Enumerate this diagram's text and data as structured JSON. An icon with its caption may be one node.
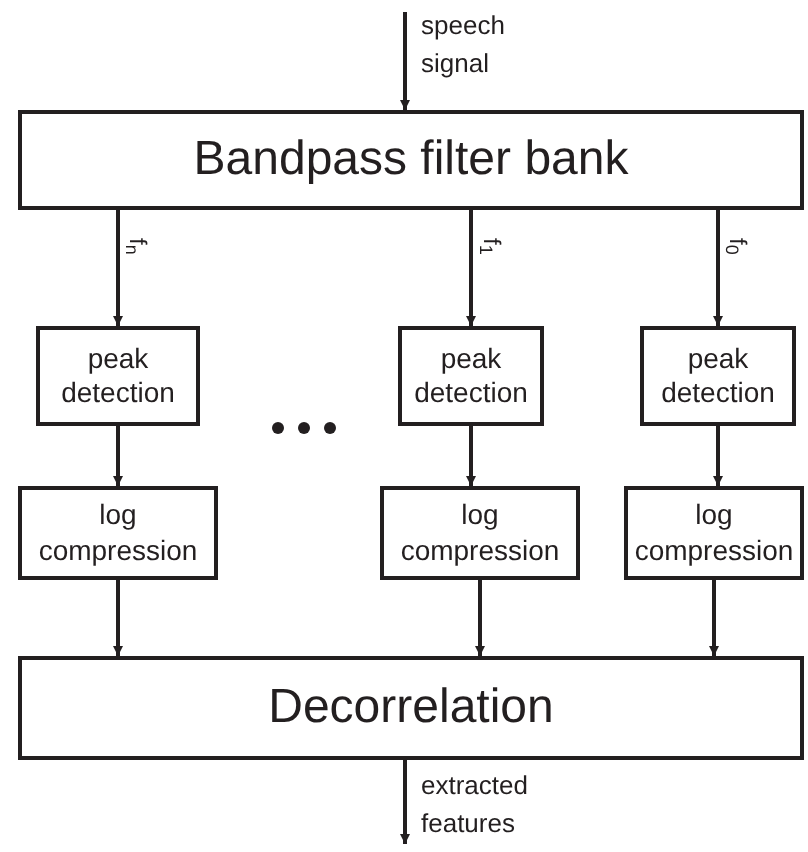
{
  "diagram": {
    "nodes": [
      {
        "text": [
          "Bandpass filter bank"
        ]
      },
      {
        "text": [
          "peak detection"
        ]
      },
      {
        "text": [
          "peak detection"
        ]
      },
      {
        "text": [
          "peak detection"
        ]
      },
      {
        "text": [
          "log compression"
        ]
      },
      {
        "text": [
          "log compression"
        ]
      },
      {
        "text": [
          "log compression"
        ]
      },
      {
        "text": [
          "Decorrelation"
        ]
      }
    ],
    "edges": [
      {
        "from": null,
        "to": 0,
        "arrow": "to",
        "label": "speech signal"
      },
      {
        "from": 0,
        "to": 1,
        "arrow": "to",
        "label": "f$_{n}$"
      },
      {
        "from": 0,
        "to": 2,
        "arrow": "to",
        "label": "f$_{1}$"
      },
      {
        "from": 0,
        "to": 3,
        "arrow": "to",
        "label": "f$_{0}$"
      },
      {
        "from": 1,
        "to": 4,
        "arrow": "to"
      },
      {
        "from": 2,
        "to": 5,
        "arrow": "to"
      },
      {
        "from": 3,
        "to": 6,
        "arrow": "to"
      },
      {
        "from": 4,
        "to": 7,
        "arrow": "to"
      },
      {
        "from": 5,
        "to": 7,
        "arrow": "to"
      },
      {
        "from": 6,
        "to": 7,
        "arrow": "to"
      },
      {
        "from": 7,
        "to": null,
        "arrow": "to",
        "label": "extracted features"
      }
    ]
  }
}
